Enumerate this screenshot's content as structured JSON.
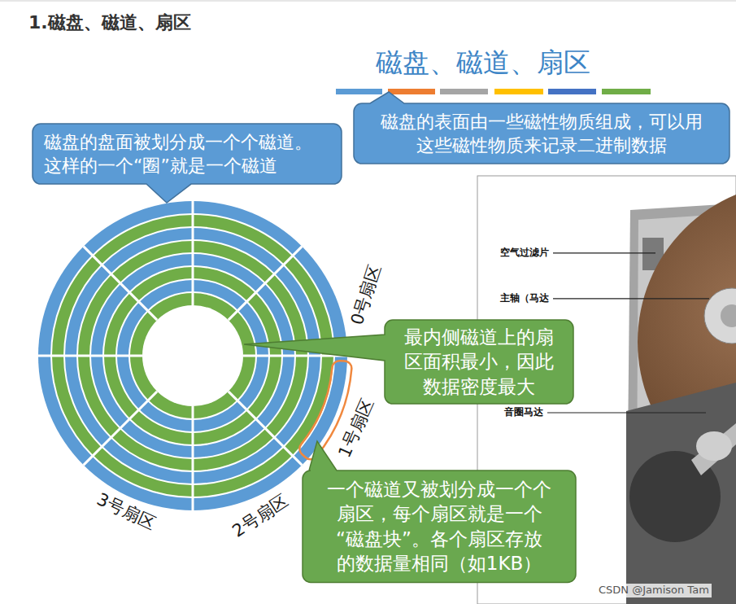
{
  "diagram": {
    "title": "1.磁盘、磁道、扇区",
    "nodes": [
      {
        "text": [
          "磁盘的表面由一些磁性物质组成，可以用 这些磁性物质来记录二进制数据"
        ]
      },
      {
        "text": [
          "磁盘的盘面被划分成一个个磁道。 这样的一个“圈”就是一个磁道"
        ]
      },
      {
        "text": [
          "最内侧磁道上的扇 区面积最小，因此 数据密度最大"
        ]
      },
      {
        "text": [
          "一个磁道又被划分成一个个 扇区，每个扇区就是一个 “磁盘块”。各个扇区存放 的数据量相同（如1KB）"
        ]
      }
    ],
    "labels": [
      "磁盘、磁道、扇区",
      "0号扇区",
      "1号扇区",
      "2号扇区",
      "3号扇区",
      "空气过滤片",
      "主轴（马达",
      "音圈马达",
      "CSDN @Jamison Tam"
    ]
  }
}
